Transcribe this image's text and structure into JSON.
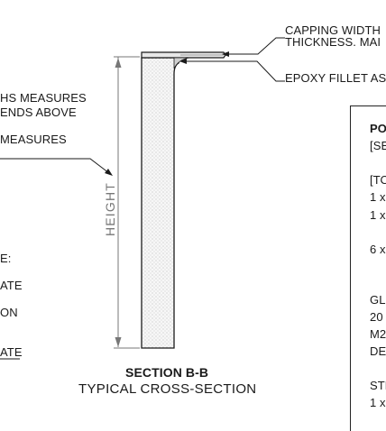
{
  "annotations": {
    "capping_line1": "CAPPING WIDTH",
    "capping_line2": "THICKNESS. MAI",
    "epoxy_fillet": "EPOXY FILLET AS",
    "left_line1": "HS MEASURES",
    "left_line2": "ENDS ABOVE",
    "left_line3": "MEASURES",
    "left_e": "E:",
    "left_ate1": "ATE",
    "left_on": "ON",
    "left_ate2": "ATE"
  },
  "dimension": {
    "height_label": "HEIGHT"
  },
  "caption": {
    "title": "SECTION B-B",
    "subtitle": "TYPICAL CROSS-SECTION"
  },
  "right_panel": {
    "lines": [
      "PO",
      "[SE",
      "[TO",
      "1 x",
      "1 x",
      "6 x",
      "GL",
      "20",
      "M2",
      "DE",
      "STR",
      "1 x"
    ]
  },
  "colors": {
    "ink": "#1a1a1a",
    "hatch_fill": "#f2f2f2",
    "dimension_line": "#777777"
  }
}
